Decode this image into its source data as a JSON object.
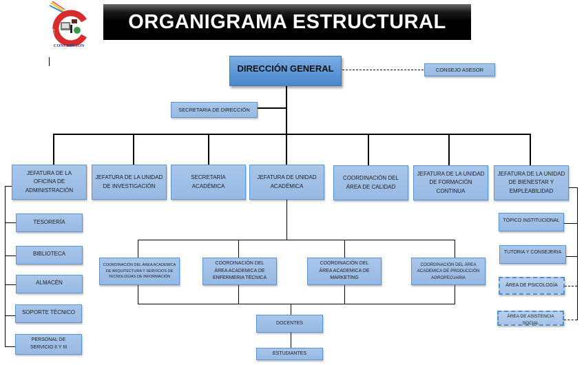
{
  "header": {
    "title": "ORGANIGRAMA ESTRUCTURAL",
    "logo": {
      "icon": "institution-logo-icon",
      "letter": "C",
      "side_text": "IESTP",
      "caption": "CONCEPCION"
    }
  },
  "colors": {
    "box_fill": "#9dbde6",
    "box_border": "#5b93cf",
    "main_box_fill": "#5a95d6",
    "title_bar": "#000000",
    "title_text": "#ffffff",
    "connector": "#000000"
  },
  "org": {
    "top": {
      "label": "DIRECCIÓN GENERAL"
    },
    "advisory": {
      "label": "CONSEJO ASESOR",
      "link": "dashed"
    },
    "staff": {
      "label": "SECRETARIA DE DIRECCIÓN"
    },
    "level2": [
      {
        "label": "JEFATURA DE LA OFICINA  DE ADMINISTRACIÓN"
      },
      {
        "label": "JEFATURA DE LA UNIDAD DE INVESTIGACIÓN"
      },
      {
        "label": "SECRETARÍA ACADÉMICA"
      },
      {
        "label": "JEFATURA DE UNIDAD ACADÉMICA"
      },
      {
        "label": "COORDINACIÓN DEL ÁREA DE CALIDAD"
      },
      {
        "label": "JEFATURA DE LA UNIDAD DE FORMACIÓN CONTINUA"
      },
      {
        "label": "JEFATURA DE LA UNIDAD DE BIENESTAR Y EMPLEABILIDAD"
      }
    ],
    "administration_units": [
      {
        "label": "TESORERÍA"
      },
      {
        "label": "BIBLIOTECA"
      },
      {
        "label": "ALMACÉN"
      },
      {
        "label": "SOPORTE TÉCNICO"
      },
      {
        "label": "PERSONAL DE SERVICIO II Y III"
      }
    ],
    "academic_areas": [
      {
        "label": "COORDINACIÓN DEL ÁREA ACADEMICA DE ARQUITECTURA Y SERVICIOS DE TECNOLOGIAS DE INFORMACIÓN"
      },
      {
        "label": "COORDINACIÓN DEL ÁREA ACADEMICA DE ENFERMERIA TÉCNICA"
      },
      {
        "label": "COORDINACIÓN DEL ÁREA ACADEMICA DE MARKETING"
      },
      {
        "label": "COORDINACIÓN  DEL ÁREA ACADEMICA DE PRODUCCIÓN AGROPECUARIA"
      }
    ],
    "teachers": {
      "label": "DOCENTES"
    },
    "students": {
      "label": "ESTUDIANTES"
    },
    "welfare_units": [
      {
        "label": "TÓPICO INSTITUCIONAL",
        "link": "solid"
      },
      {
        "label": "TUTORIA Y CONSEJERIA",
        "link": "solid"
      },
      {
        "label": "ÁREA DE PSICOLOGÍA",
        "link": "dashed"
      },
      {
        "label": "ÁREA DE ASISTENCIA SOCIAL",
        "link": "dashed"
      }
    ]
  }
}
